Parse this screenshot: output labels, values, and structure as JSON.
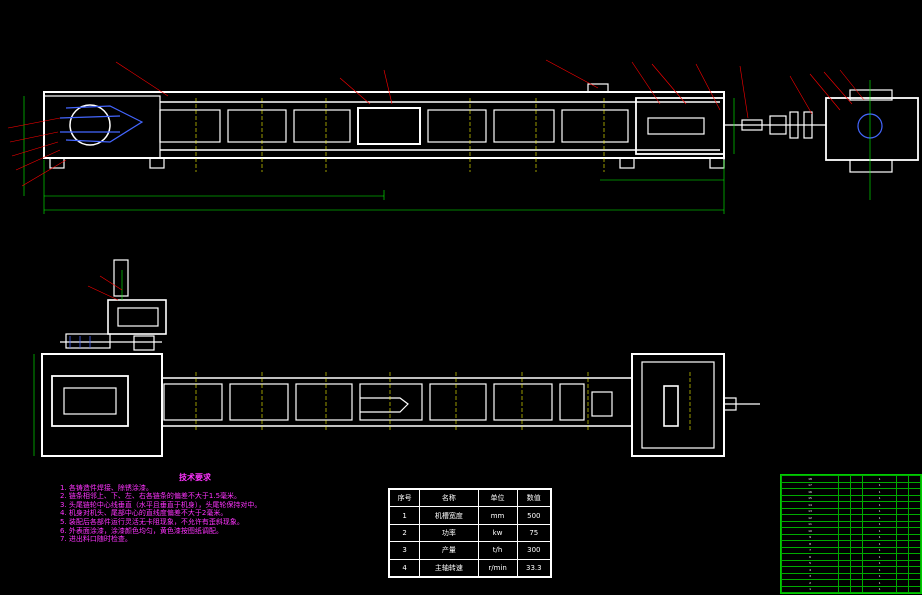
{
  "tech_requirements": {
    "title": "技术要求",
    "lines": [
      "1. 各铸造件焊接、除锈涂漆。",
      "2. 链条相邻上、下、左、右各链条的偏差不大于1.5毫米。",
      "3. 头尾链轮中心线垂直（水平且垂直于机身），头尾轮保持对中。",
      "4. 机身对机头、尾部中心的直线度偏差不大于2毫米。",
      "5. 装配后各部件运行灵活无卡阻现象，不允许有歪斜现象。",
      "6. 外表面涂漆，涂漆颜色均匀，黄色漆按图纸调配。",
      "7. 进出料口随时检查。"
    ]
  },
  "param_table": {
    "headers": [
      "序号",
      "名称",
      "单位",
      "数值"
    ],
    "rows": [
      [
        "1",
        "机槽宽度",
        "mm",
        "500"
      ],
      [
        "2",
        "功率",
        "kw",
        "75"
      ],
      [
        "3",
        "产量",
        "t/h",
        "300"
      ],
      [
        "4",
        "主轴转速",
        "r/min",
        "33.3"
      ]
    ]
  },
  "bom": {
    "rows": [
      [
        "18",
        "",
        "",
        "1",
        "",
        ""
      ],
      [
        "17",
        "",
        "",
        "1",
        "",
        ""
      ],
      [
        "16",
        "",
        "",
        "1",
        "",
        ""
      ],
      [
        "15",
        "",
        "",
        "1",
        "",
        ""
      ],
      [
        "14",
        "",
        "",
        "1",
        "",
        ""
      ],
      [
        "13",
        "",
        "",
        "1",
        "",
        ""
      ],
      [
        "12",
        "",
        "",
        "1",
        "",
        ""
      ],
      [
        "11",
        "",
        "",
        "1",
        "",
        ""
      ],
      [
        "10",
        "",
        "",
        "1",
        "",
        ""
      ],
      [
        "9",
        "",
        "",
        "1",
        "",
        ""
      ],
      [
        "8",
        "",
        "",
        "1",
        "",
        ""
      ],
      [
        "7",
        "",
        "",
        "1",
        "",
        ""
      ],
      [
        "6",
        "",
        "",
        "1",
        "",
        ""
      ],
      [
        "5",
        "",
        "",
        "1",
        "",
        ""
      ],
      [
        "4",
        "",
        "",
        "1",
        "",
        ""
      ],
      [
        "3",
        "",
        "",
        "1",
        "",
        ""
      ],
      [
        "2",
        "",
        "",
        "1",
        "",
        ""
      ],
      [
        "1",
        "",
        "",
        "1",
        "",
        ""
      ]
    ]
  },
  "colors": {
    "background": "#000000",
    "outline": "#ffffff",
    "dimension": "#00ff00",
    "leader": "#ff0000",
    "centerline": "#ffff00",
    "text_magenta": "#ff33ff",
    "hatch_blue": "#4466ff"
  }
}
